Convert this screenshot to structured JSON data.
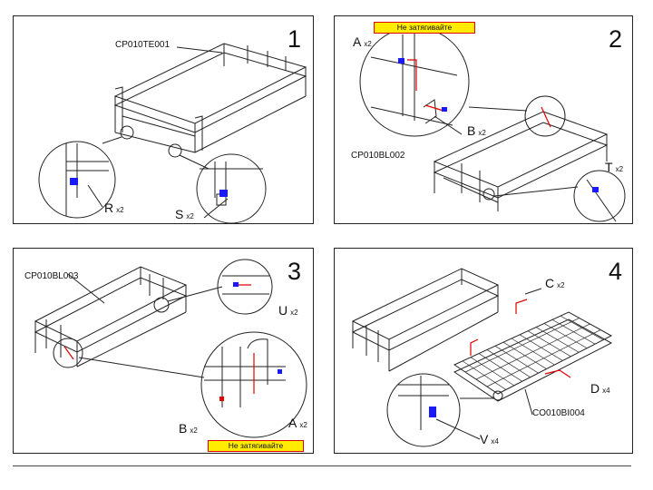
{
  "colors": {
    "hardware": "#1a1aff",
    "part_red": "#e00000",
    "warning_bg": "#ffec00",
    "warning_border": "#e00000"
  },
  "steps": [
    {
      "number": "1",
      "codes": [
        "CP010TE001"
      ],
      "labels": [
        {
          "letter": "R",
          "qty": "x2"
        },
        {
          "letter": "S",
          "qty": "x2"
        }
      ]
    },
    {
      "number": "2",
      "codes": [
        "CP010BL002"
      ],
      "labels": [
        {
          "letter": "A",
          "qty": "x2"
        },
        {
          "letter": "B",
          "qty": "x2"
        },
        {
          "letter": "T",
          "qty": "x2"
        }
      ],
      "warning": "Не затягивайте"
    },
    {
      "number": "3",
      "codes": [
        "CP010BL003"
      ],
      "labels": [
        {
          "letter": "U",
          "qty": "x2"
        },
        {
          "letter": "B",
          "qty": "x2"
        },
        {
          "letter": "A",
          "qty": "x2"
        }
      ],
      "warning": "Не затягивайте"
    },
    {
      "number": "4",
      "codes": [
        "CO010BI004"
      ],
      "labels": [
        {
          "letter": "C",
          "qty": "x2"
        },
        {
          "letter": "D",
          "qty": "x4"
        },
        {
          "letter": "V",
          "qty": "x4"
        }
      ]
    }
  ]
}
